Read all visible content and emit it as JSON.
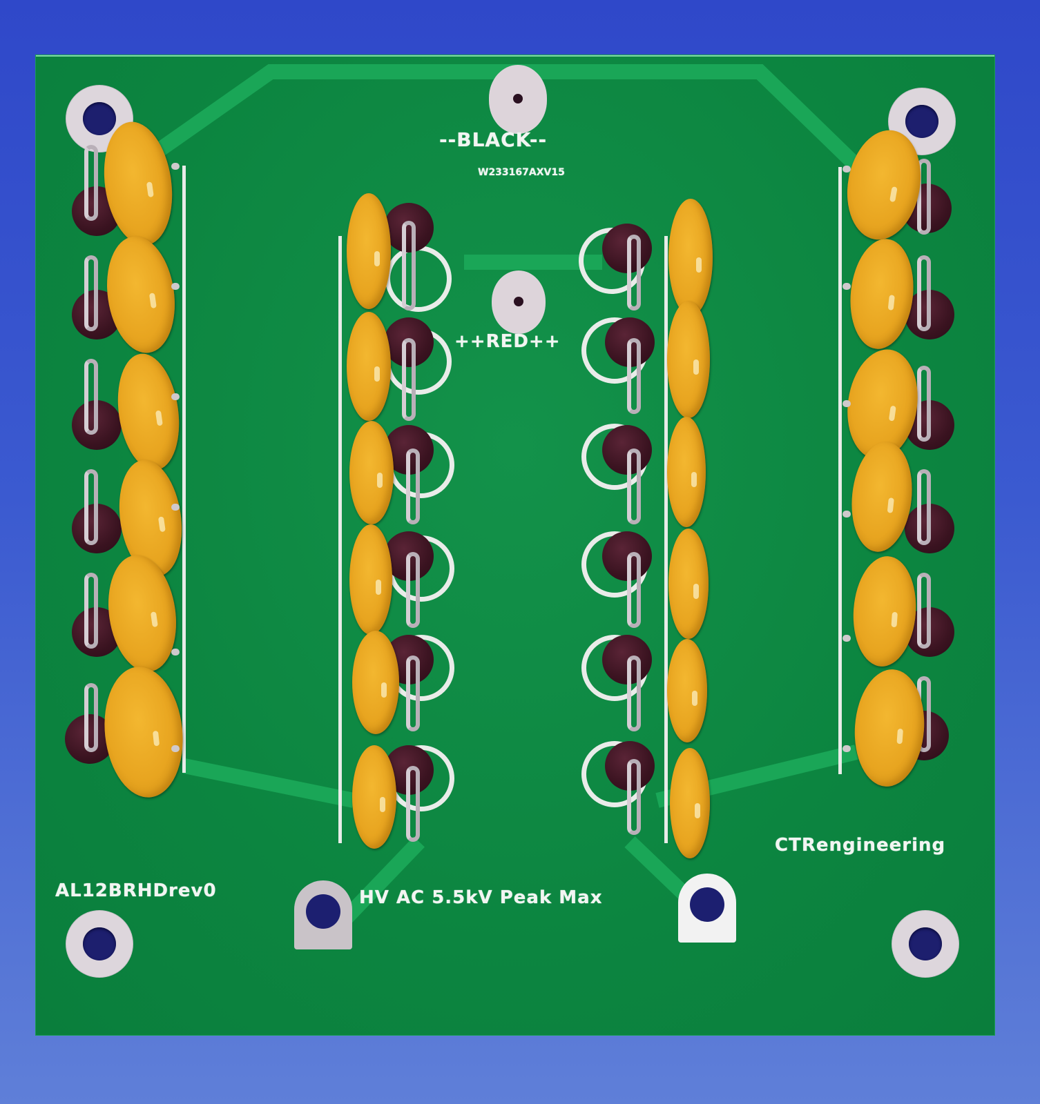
{
  "scene": {
    "subject": "High-voltage rectifier printed circuit board",
    "background_color": "#3a56c8",
    "board_color": "#0d8a43",
    "trace_color": "#19a455",
    "silkscreen_color": "#f2f5f2",
    "capacitor_color": "#e8a520",
    "diode_color": "#3a1320"
  },
  "silkscreen": {
    "top_label": "--BLACK--",
    "serial": "W233167AXV15",
    "middle_label": "++RED++",
    "part_number": "AL12BRHDrev0",
    "rating": "HV AC 5.5kV Peak Max",
    "manufacturer": "CTRengineering"
  },
  "components": {
    "columns": [
      {
        "name": "left-outer",
        "capacitors": 6,
        "diodes": 6
      },
      {
        "name": "left-inner",
        "capacitors": 6,
        "diodes": 6
      },
      {
        "name": "right-inner",
        "capacitors": 6,
        "diodes": 6
      },
      {
        "name": "right-outer",
        "capacitors": 6,
        "diodes": 6
      }
    ],
    "mounting_holes": 4,
    "terminals": [
      "black-top",
      "red-center",
      "ac-left",
      "ac-right"
    ]
  }
}
